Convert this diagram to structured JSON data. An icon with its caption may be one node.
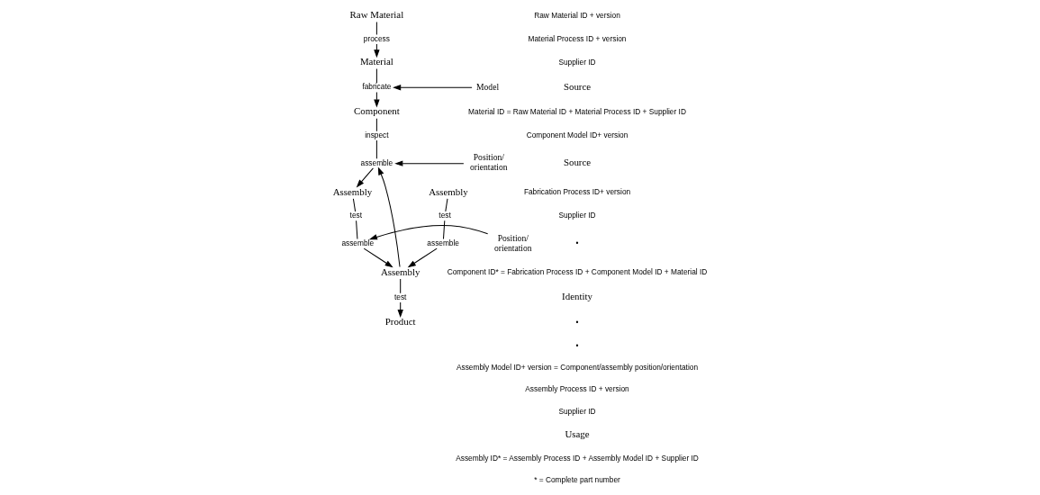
{
  "diagram": {
    "nodes": [
      {
        "text": [
          "Raw Material"
        ]
      },
      {
        "text": [
          "process"
        ]
      },
      {
        "text": [
          "Material"
        ]
      },
      {
        "text": [
          "fabricate"
        ]
      },
      {
        "text": [
          "Model"
        ]
      },
      {
        "text": [
          "Component"
        ]
      },
      {
        "text": [
          "inspect"
        ]
      },
      {
        "text": [
          "assemble"
        ]
      },
      {
        "text": [
          "Position/ orientation"
        ]
      },
      {
        "text": [
          "Assembly"
        ]
      },
      {
        "text": [
          "Assembly"
        ]
      },
      {
        "text": [
          "test"
        ]
      },
      {
        "text": [
          "assemble"
        ]
      },
      {
        "text": [
          "test"
        ]
      },
      {
        "text": [
          "assemble"
        ]
      },
      {
        "text": [
          "Position/ orientation"
        ]
      },
      {
        "text": [
          "Assembly"
        ]
      },
      {
        "text": [
          "test"
        ]
      },
      {
        "text": [
          "Product"
        ]
      }
    ],
    "edges": [
      {
        "from": 0,
        "to": 1,
        "arrow": "none"
      },
      {
        "from": 1,
        "to": 2,
        "arrow": "to"
      },
      {
        "from": 2,
        "to": 3,
        "arrow": "none"
      },
      {
        "from": 4,
        "to": 3,
        "arrow": "to"
      },
      {
        "from": 3,
        "to": 5,
        "arrow": "to"
      },
      {
        "from": 5,
        "to": 6,
        "arrow": "none"
      },
      {
        "from": 6,
        "to": 7,
        "arrow": "none"
      },
      {
        "from": 8,
        "to": 7,
        "arrow": "to"
      },
      {
        "from": 7,
        "to": 9,
        "arrow": "to"
      },
      {
        "from": 16,
        "to": 7,
        "arrow": "to"
      },
      {
        "from": 9,
        "to": 13,
        "arrow": "none"
      },
      {
        "from": 13,
        "to": 14,
        "arrow": "none"
      },
      {
        "from": 15,
        "to": 14,
        "arrow": "to"
      },
      {
        "from": 14,
        "to": 16,
        "arrow": "to"
      },
      {
        "from": 10,
        "to": 11,
        "arrow": "none"
      },
      {
        "from": 11,
        "to": 12,
        "arrow": "none"
      },
      {
        "from": 12,
        "to": 16,
        "arrow": "to"
      },
      {
        "from": 16,
        "to": 17,
        "arrow": "none"
      },
      {
        "from": 17,
        "to": 18,
        "arrow": "to"
      }
    ],
    "labels": [
      "Raw Material ID + version",
      "Material Process ID + version",
      "Supplier ID",
      "Source",
      "Material ID = Raw Material ID + Material Process ID + Supplier ID",
      "Component Model ID+ version",
      "Source",
      "Fabrication Process ID+ version",
      "Supplier ID",
      "•",
      "Component ID* = Fabrication Process ID + Component Model ID + Material ID",
      "Identity",
      "•",
      "•",
      "Assembly Model ID+ version = Component/assembly position/orientation",
      "Assembly Process ID + version",
      "Supplier ID",
      "Usage",
      "Assembly ID* = Assembly Process ID + Assembly Model ID + Supplier ID",
      "* = Complete part number"
    ]
  }
}
